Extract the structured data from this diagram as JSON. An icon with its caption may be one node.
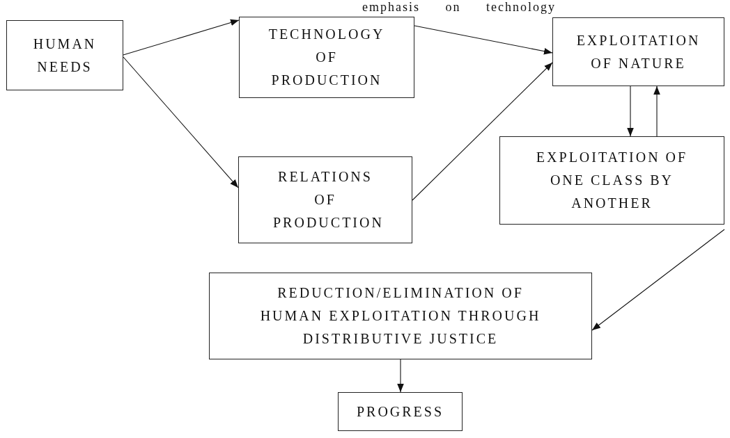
{
  "diagram": {
    "nodes": [
      {
        "text": [
          "HUMAN NEEDS"
        ]
      },
      {
        "text": [
          "TECHNOLOGY OF PRODUCTION"
        ]
      },
      {
        "text": [
          "EXPLOITATION OF NATURE"
        ]
      },
      {
        "text": [
          "RELATIONS OF PRODUCTION"
        ]
      },
      {
        "text": [
          "EXPLOITATION OF ONE CLASS BY ANOTHER"
        ]
      },
      {
        "text": [
          "REDUCTION/ELIMINATION OF HUMAN EXPLOITATION THROUGH DISTRIBUTIVE JUSTICE"
        ]
      },
      {
        "text": [
          "PROGRESS"
        ]
      }
    ],
    "edges": [
      {
        "from": 0,
        "to": 1,
        "arrow": "to"
      },
      {
        "from": 0,
        "to": 3,
        "arrow": "to"
      },
      {
        "from": 1,
        "to": 2,
        "arrow": "to"
      },
      {
        "from": 3,
        "to": 2,
        "arrow": "to"
      },
      {
        "from": 2,
        "to": 4,
        "arrow": "to"
      },
      {
        "from": 4,
        "to": 2,
        "arrow": "to"
      },
      {
        "from": 4,
        "to": 5,
        "arrow": "to"
      },
      {
        "from": 5,
        "to": 6,
        "arrow": "to"
      }
    ],
    "labels": [
      "emphasis on technology"
    ]
  }
}
